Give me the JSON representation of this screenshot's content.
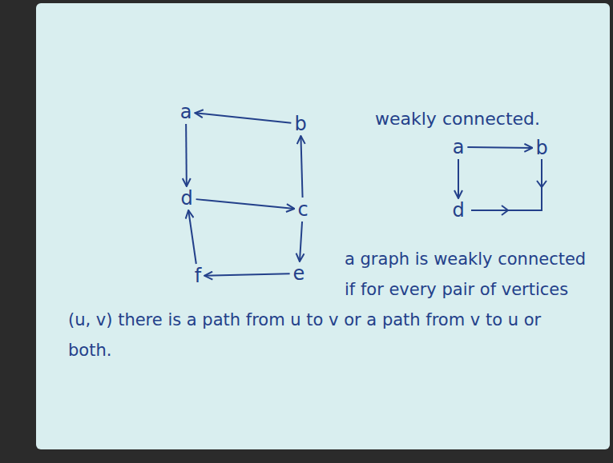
{
  "diagram": {
    "title": "weakly connected.",
    "nodes": [
      {
        "text": [
          "a"
        ]
      },
      {
        "text": [
          "b"
        ]
      },
      {
        "text": [
          "d"
        ]
      },
      {
        "text": [
          "c"
        ]
      },
      {
        "text": [
          "e"
        ]
      },
      {
        "text": [
          "f"
        ]
      },
      {
        "text": [
          "a"
        ]
      },
      {
        "text": [
          "b"
        ]
      },
      {
        "text": [
          "d"
        ]
      }
    ],
    "edges": [
      {
        "from": 1,
        "to": 0,
        "arrow": "to"
      },
      {
        "from": 0,
        "to": 2,
        "arrow": "to"
      },
      {
        "from": 3,
        "to": 1,
        "arrow": "to"
      },
      {
        "from": 2,
        "to": 3,
        "arrow": "to"
      },
      {
        "from": 3,
        "to": 4,
        "arrow": "to"
      },
      {
        "from": 4,
        "to": 5,
        "arrow": "to"
      },
      {
        "from": 5,
        "to": 2,
        "arrow": "to"
      },
      {
        "from": 6,
        "to": 7,
        "arrow": "to"
      },
      {
        "from": 6,
        "to": 8,
        "arrow": "to"
      }
    ],
    "labels": [
      "a graph is weakly connected if for every pair of vertices (u, v) there is a path from u to v or a path from v to u or both."
    ]
  }
}
